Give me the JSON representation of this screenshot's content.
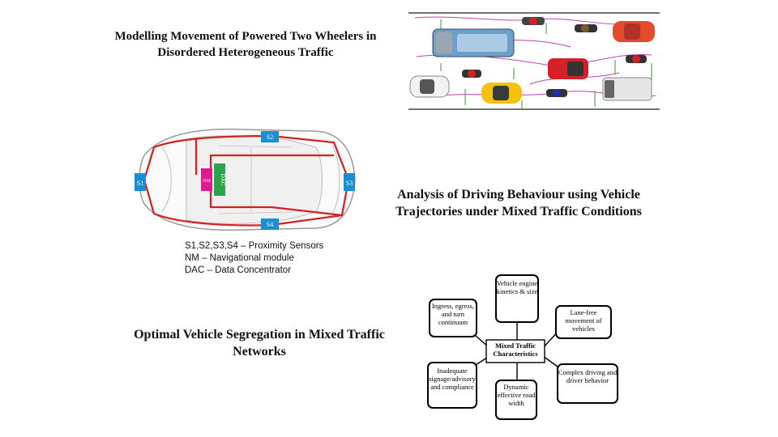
{
  "titles": {
    "t1": "Modelling Movement of Powered Two Wheelers in Disordered Heterogeneous Traffic",
    "t2": "Analysis of Driving Behaviour using Vehicle Trajectories under Mixed Traffic Conditions",
    "t3": "Optimal Vehicle Segregation in Mixed Traffic Networks"
  },
  "car_diagram": {
    "sensors": [
      "S1",
      "S2",
      "S3",
      "S4"
    ],
    "nm_label": "NM",
    "dac_label": "DAC",
    "legend": [
      "S1,S2,S3,S4 – Proximity Sensors",
      "NM – Navigational  module",
      "DAC – Data Concentrator"
    ],
    "colors": {
      "sensor": "#1a8ed0",
      "nm": "#e0198f",
      "dac": "#2aa34a",
      "wiring": "#d32020"
    }
  },
  "mind_map": {
    "center": "Mixed Traffic Characteristics",
    "nodes": [
      "Vehicle engine kinetics & size",
      "Lane-free movement of vehicles",
      "Complex driving and driver behavior",
      "Dynamic effective road width",
      "Inadequate signage/advisory and compliance",
      "Ingress, egress, and turn continuum"
    ]
  },
  "traffic_scene": {
    "vehicles": [
      "bus",
      "car-red-sedan",
      "car-red-hatch",
      "car-yellow",
      "car-white",
      "van-white",
      "motorbike-red",
      "motorbike-blue",
      "motorbike-dark"
    ],
    "colors": {
      "road_lines": "#444444",
      "path_pink": "#c03fb0",
      "path_green": "#3a9a3a"
    }
  }
}
